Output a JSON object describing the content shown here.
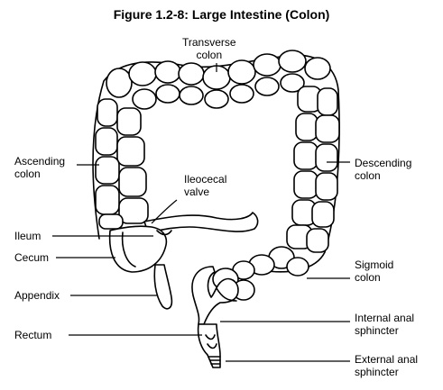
{
  "figure": {
    "title": "Figure 1.2-8: Large Intestine (Colon)"
  },
  "labels": {
    "transverse_colon": [
      "Transverse",
      "colon"
    ],
    "ascending_colon": [
      "Ascending",
      "colon"
    ],
    "ileocecal_valve": [
      "Ileocecal",
      "valve"
    ],
    "ileum": [
      "Ileum"
    ],
    "cecum": [
      "Cecum"
    ],
    "appendix": [
      "Appendix"
    ],
    "rectum": [
      "Rectum"
    ],
    "descending_colon": [
      "Descending",
      "colon"
    ],
    "sigmoid_colon": [
      "Sigmoid",
      "colon"
    ],
    "internal_anal_sphincter": [
      "Internal anal",
      "sphincter"
    ],
    "external_anal_sphincter": [
      "External anal",
      "sphincter"
    ]
  }
}
